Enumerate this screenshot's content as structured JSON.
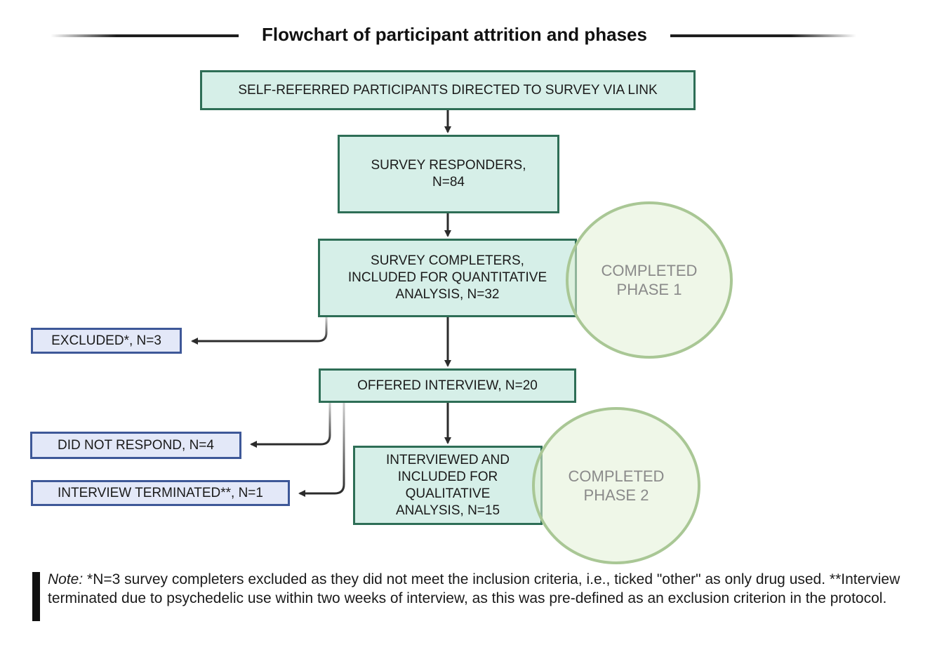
{
  "title": "Flowchart of participant attrition and phases",
  "nodes": {
    "referred": "SELF-REFERRED PARTICIPANTS DIRECTED TO SURVEY VIA LINK",
    "responders": "SURVEY RESPONDERS,\nN=84",
    "completers": "SURVEY COMPLETERS,\nINCLUDED FOR QUANTITATIVE\nANALYSIS, N=32",
    "offered": "OFFERED INTERVIEW, N=20",
    "interviewed": "INTERVIEWED AND\nINCLUDED FOR\nQUALITATIVE\nANALYSIS, N=15",
    "excluded": "EXCLUDED*, N=3",
    "did_not_respond": "DID NOT RESPOND, N=4",
    "terminated": "INTERVIEW TERMINATED**, N=1"
  },
  "phases": {
    "phase1": "COMPLETED\nPHASE 1",
    "phase2": "COMPLETED\nPHASE 2"
  },
  "note": {
    "label": "Note:",
    "text": " *N=3 survey completers excluded as they did not meet the inclusion criteria, i.e., ticked \"other\" as only drug used. **Interview terminated due to psychedelic use within two weeks of interview, as this was pre-defined as an exclusion criterion in the protocol."
  },
  "colors": {
    "main_fill": "#d6efe8",
    "main_border": "#2e6e56",
    "side_fill": "#e3e8f8",
    "side_border": "#3e5898",
    "phase_fill": "#e2f0d5",
    "phase_border": "#a9c795",
    "phase_text": "#8a8a8a"
  }
}
